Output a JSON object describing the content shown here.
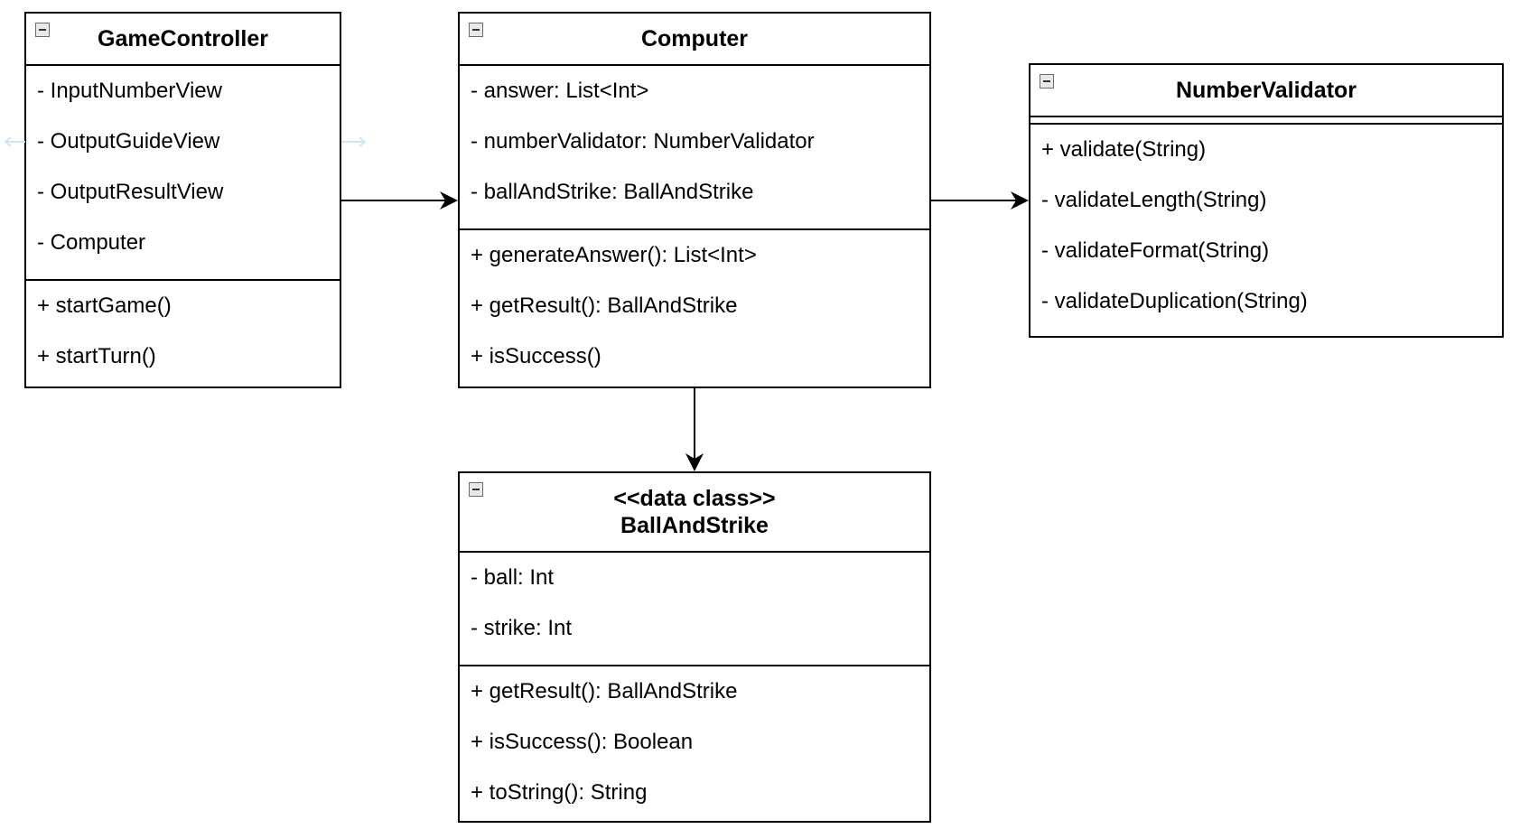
{
  "diagram": {
    "classes": {
      "game_controller": {
        "name": "GameController",
        "attributes": [
          "- InputNumberView",
          "- OutputGuideView",
          "- OutputResultView",
          "- Computer"
        ],
        "methods": [
          "+ startGame()",
          "+ startTurn()"
        ]
      },
      "computer": {
        "name": "Computer",
        "attributes": [
          "- answer: List<Int>",
          "- numberValidator: NumberValidator",
          "- ballAndStrike: BallAndStrike"
        ],
        "methods": [
          "+ generateAnswer(): List<Int>",
          "+ getResult(): BallAndStrike",
          "+ isSuccess()"
        ]
      },
      "number_validator": {
        "name": "NumberValidator",
        "attributes": [],
        "methods": [
          "+ validate(String)",
          "- validateLength(String)",
          "- validateFormat(String)",
          "- validateDuplication(String)"
        ]
      },
      "ball_and_strike": {
        "stereotype": "<<data class>>",
        "name": "BallAndStrike",
        "attributes": [
          "- ball: Int",
          "- strike: Int"
        ],
        "methods": [
          "+ getResult(): BallAndStrike",
          "+ isSuccess(): Boolean",
          "+ toString(): String"
        ]
      }
    },
    "associations": [
      {
        "from": "GameController",
        "to": "Computer"
      },
      {
        "from": "Computer",
        "to": "NumberValidator"
      },
      {
        "from": "Computer",
        "to": "BallAndStrike"
      }
    ],
    "colors": {
      "line": "#000000",
      "connector_hint": "#cfe6f5",
      "background": "#ffffff"
    }
  }
}
